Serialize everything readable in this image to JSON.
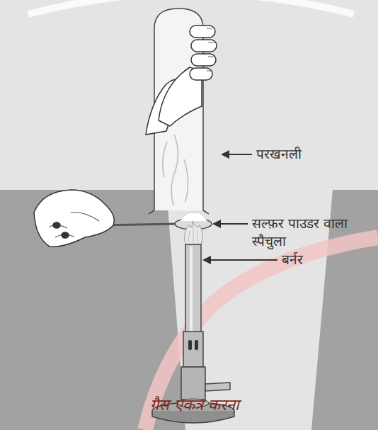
{
  "diagram": {
    "caption": "गैस एकत्र करना",
    "labels": [
      "परखनली",
      "सल्फ़र पाउडर वाला स्पैचुला",
      "बर्नर"
    ]
  }
}
